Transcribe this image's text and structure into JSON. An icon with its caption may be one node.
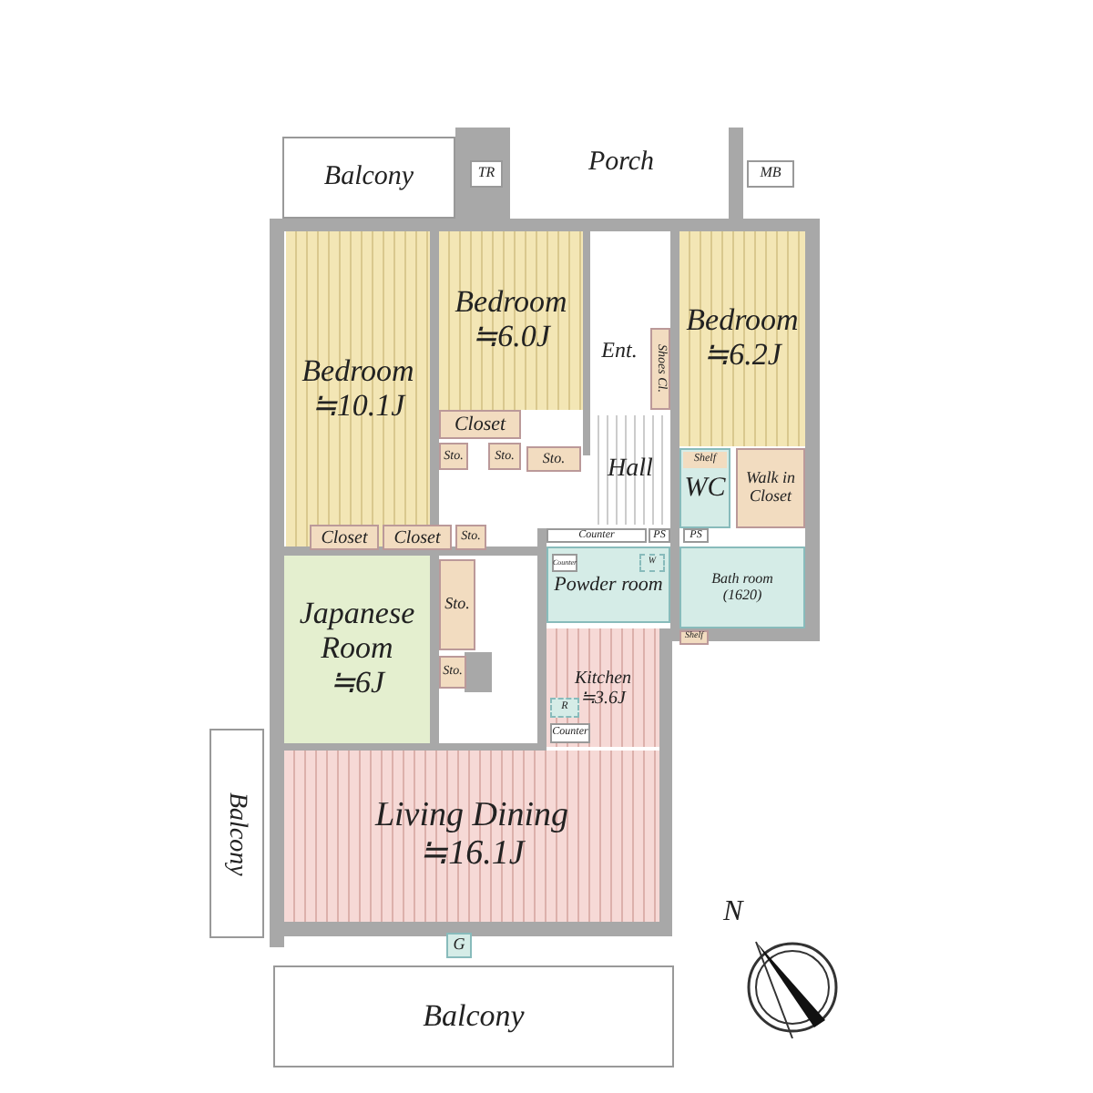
{
  "diagram": {
    "nodes": [
      {
        "text": [
          "Balcony"
        ]
      },
      {
        "text": [
          "TR"
        ]
      },
      {
        "text": [
          "Porch"
        ]
      },
      {
        "text": [
          "MB"
        ]
      },
      {
        "text": [
          "Bedroom",
          "≒10.1J"
        ]
      },
      {
        "text": [
          "Bedroom",
          "≒6.0J"
        ]
      },
      {
        "text": [
          "Ent."
        ]
      },
      {
        "text": [
          "Shoes Cl."
        ]
      },
      {
        "text": [
          "Bedroom",
          "≒6.2J"
        ]
      },
      {
        "text": [
          "Closet"
        ]
      },
      {
        "text": [
          "Sto."
        ]
      },
      {
        "text": [
          "Sto."
        ]
      },
      {
        "text": [
          "Sto."
        ]
      },
      {
        "text": [
          "Hall"
        ]
      },
      {
        "text": [
          "WC"
        ]
      },
      {
        "text": [
          "Shelf"
        ],
        "in": 14
      },
      {
        "text": [
          "Walk in Closet"
        ]
      },
      {
        "text": [
          "Closet"
        ]
      },
      {
        "text": [
          "Closet"
        ]
      },
      {
        "text": [
          "Sto."
        ]
      },
      {
        "text": [
          "Counter"
        ]
      },
      {
        "text": [
          "PS"
        ]
      },
      {
        "text": [
          "PS"
        ]
      },
      {
        "text": [
          "Japanese Room",
          "≒6J"
        ]
      },
      {
        "text": [
          "Sto."
        ]
      },
      {
        "text": [
          "Sto."
        ]
      },
      {
        "text": [
          "Powder room"
        ]
      },
      {
        "text": [
          "Counter"
        ],
        "in": 26
      },
      {
        "text": [
          "W"
        ],
        "in": 26
      },
      {
        "text": [
          "Bath room",
          "(1620)"
        ]
      },
      {
        "text": [
          "Shelf"
        ]
      },
      {
        "text": [
          "Kitchen",
          "≒3.6J"
        ]
      },
      {
        "text": [
          "R"
        ],
        "in": 31
      },
      {
        "text": [
          "Counter"
        ],
        "in": 31
      },
      {
        "text": [
          "Living Dining",
          "≒16.1J"
        ]
      },
      {
        "text": [
          "Balcony"
        ]
      },
      {
        "text": [
          "G"
        ]
      },
      {
        "text": [
          "Balcony"
        ]
      }
    ],
    "edges": [],
    "labels": [
      "N"
    ]
  }
}
